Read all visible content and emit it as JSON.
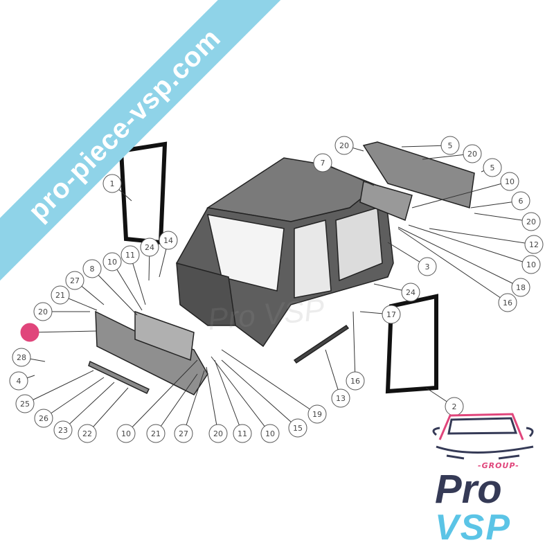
{
  "watermark_banner": "pro-piece-vsp.com",
  "center_watermark": "Pro VSP",
  "callouts": [
    "1",
    "20",
    "5",
    "20",
    "7",
    "5",
    "10",
    "6",
    "20",
    "12",
    "3",
    "10",
    "18",
    "24",
    "16",
    "24",
    "14",
    "11",
    "10",
    "8",
    "27",
    "21",
    "20",
    "",
    "28",
    "4",
    "17",
    "16",
    "13",
    "2",
    "19",
    "25",
    "26",
    "23",
    "22",
    "10",
    "21",
    "27",
    "20",
    "11",
    "10",
    "15"
  ],
  "highlight_color": "#e0457b",
  "logo": {
    "group": "-GROUP-",
    "pro": "Pro",
    "vsp": "VSP",
    "colors": {
      "pro": "#353a56",
      "vsp": "#5bc4e6",
      "accent": "#e0457b"
    }
  }
}
